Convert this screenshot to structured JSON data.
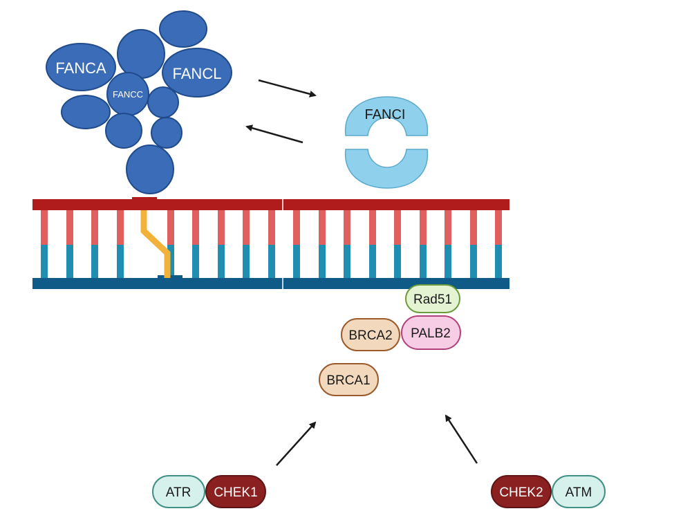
{
  "fanconi_core": {
    "fanca": "FANCA",
    "fancl": "FANCL",
    "fancc": "FANCC"
  },
  "fanci": {
    "label": "FANCI"
  },
  "hr_complex": {
    "rad51": "Rad51",
    "brca2": "BRCA2",
    "palb2": "PALB2",
    "brca1": "BRCA1"
  },
  "kinases": {
    "atr": "ATR",
    "chek1": "CHEK1",
    "chek2": "CHEK2",
    "atm": "ATM"
  },
  "colors": {
    "core_blue": "#3b6cb8",
    "core_stroke": "#1f4a8c",
    "fanci_fill": "#8fd0ec",
    "dna_top_backbone": "#b01c1c",
    "dna_top_base": "#e06060",
    "dna_bottom_backbone": "#0f5a86",
    "dna_bottom_base": "#1f8eb0",
    "crosslink": "#f2b23a",
    "brca_fill": "#f2d9bd",
    "brca_stroke": "#9a5a2c",
    "palb2_fill": "#f7cde6",
    "palb2_stroke": "#b0407a",
    "rad51_fill": "#e4f3d2",
    "rad51_stroke": "#6a9a3a",
    "kinase_light_fill": "#d6f0ec",
    "kinase_light_stroke": "#3f8f84",
    "kinase_dark_fill": "#8b2020",
    "kinase_dark_stroke": "#5c1414"
  }
}
